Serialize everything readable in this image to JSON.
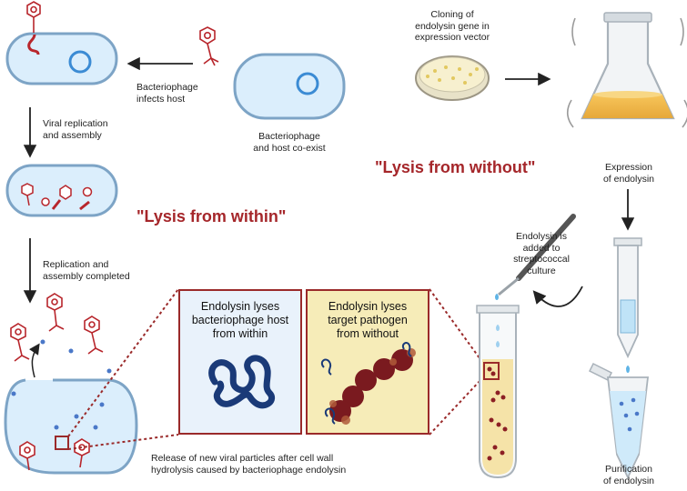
{
  "labels": {
    "infects_host": "Bacteriophage\ninfects host",
    "coexist": "Bacteriophage\nand host co-exist",
    "cloning": "Cloning of\nendolysin gene in\nexpression vector",
    "expression": "Expression\nof endolysin",
    "viral_replication": "Viral replication\nand assembly",
    "replication_completed": "Replication and\nassembly completed",
    "endolysin_added": "Endolysin is\nadded to\nstreptococcal\nculture",
    "release": "Release of new viral particles after cell wall\nhydrolysis caused by bacteriophage endolysin",
    "purification": "Purification\nof endolysin"
  },
  "headings": {
    "lysis_within": "\"Lysis from within\"",
    "lysis_without": "\"Lysis from without\""
  },
  "panels": {
    "within": "Endolysin lyses\nbacteriophage host\nfrom within",
    "without": "Endolysin lyses\ntarget pathogen\nfrom without"
  },
  "colors": {
    "phage": "#b8262c",
    "heading": "#a5262a",
    "cell_fill": "#dbeefc",
    "cell_stroke": "#7da4c6",
    "panel_within": "#e9f2fb",
    "panel_without": "#f6ecb8",
    "endolysin_blue": "#1a3a78",
    "culture": "#f5e3a8"
  }
}
